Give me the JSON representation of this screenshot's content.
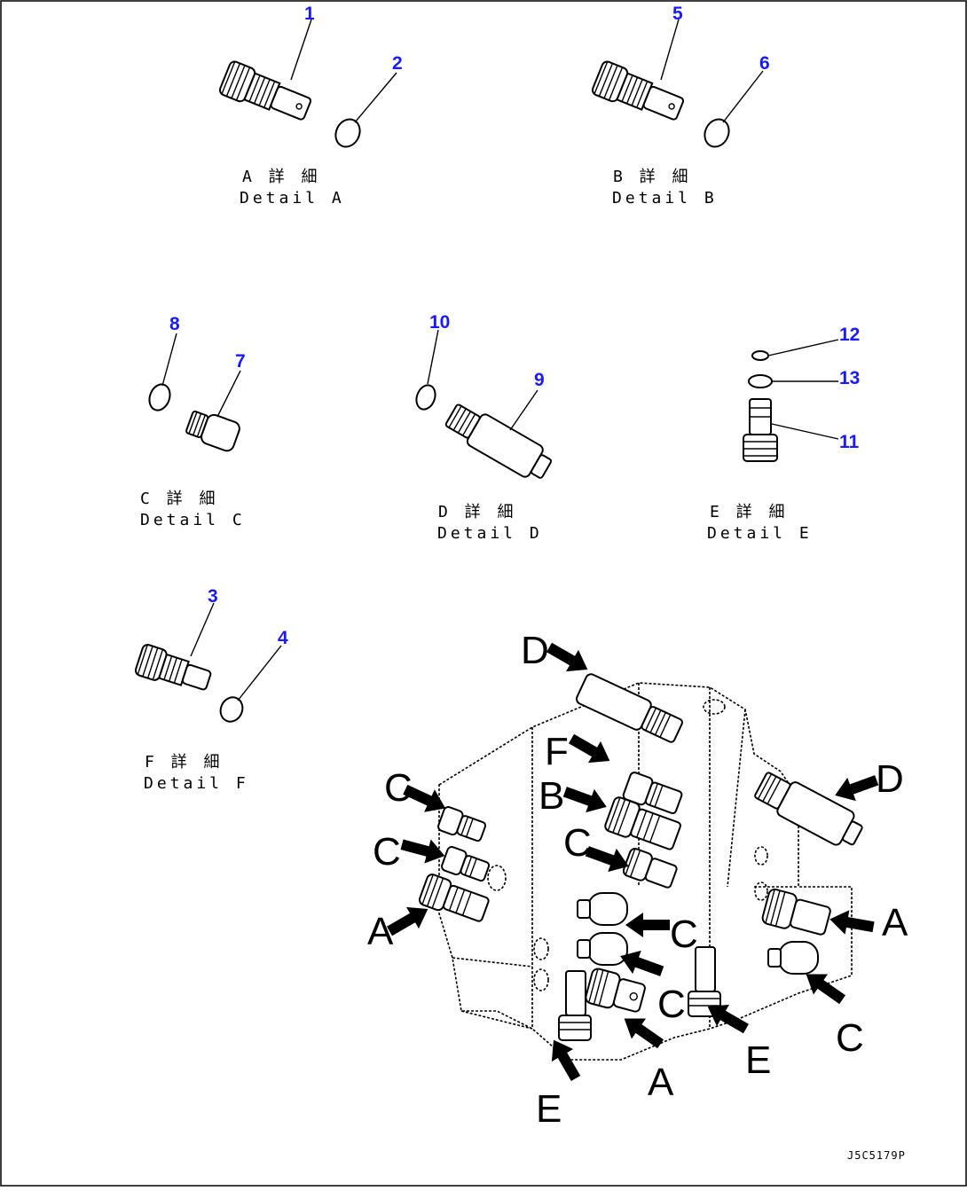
{
  "details": {
    "A": {
      "jp": "A 詳 細",
      "en": "Detail A"
    },
    "B": {
      "jp": "B 詳 細",
      "en": "Detail B"
    },
    "C": {
      "jp": "C 詳 細",
      "en": "Detail C"
    },
    "D": {
      "jp": "D 詳 細",
      "en": "Detail D"
    },
    "E": {
      "jp": "E 詳 細",
      "en": "Detail E"
    },
    "F": {
      "jp": "F 詳 細",
      "en": "Detail F"
    }
  },
  "callouts": {
    "c1": "1",
    "c2": "2",
    "c3": "3",
    "c4": "4",
    "c5": "5",
    "c6": "6",
    "c7": "7",
    "c8": "8",
    "c9": "9",
    "c10": "10",
    "c11": "11",
    "c12": "12",
    "c13": "13"
  },
  "assembly_labels": {
    "d_top": "D",
    "d_right": "D",
    "f": "F",
    "b": "B",
    "c_left1": "C",
    "c_left2": "C",
    "c_mid": "C",
    "c_center1": "C",
    "c_center2": "C",
    "c_right": "C",
    "a_left": "A",
    "a_right": "A",
    "a_bottom": "A",
    "e_left": "E",
    "e_right": "E"
  },
  "drawing_number": "J5C5179P",
  "colors": {
    "callout": "#1a1aff",
    "line": "#000000",
    "background": "#ffffff"
  }
}
